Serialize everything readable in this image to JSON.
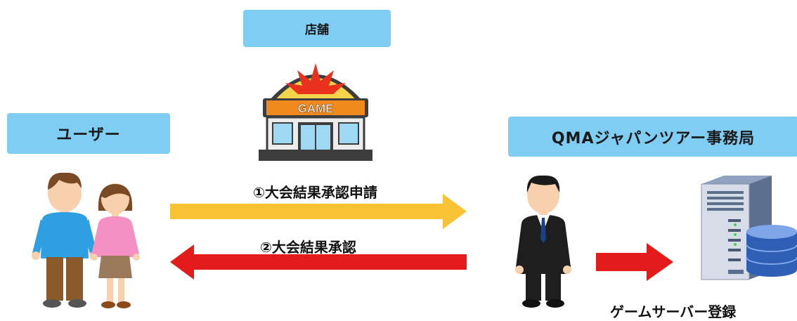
{
  "store": {
    "label": "店舗",
    "sign_text": "GAME"
  },
  "user": {
    "label": "ユーザー"
  },
  "office": {
    "label": "QMAジャパンツアー事務局"
  },
  "arrows": {
    "request_label": "①大会結果承認申請",
    "approval_label": "②大会結果承認"
  },
  "server": {
    "label": "ゲームサーバー登録"
  },
  "colors": {
    "box": "#7fcdf2",
    "request_arrow": "#f7c234",
    "approval_arrow": "#e31b1b",
    "register_arrow": "#e31b1b"
  }
}
